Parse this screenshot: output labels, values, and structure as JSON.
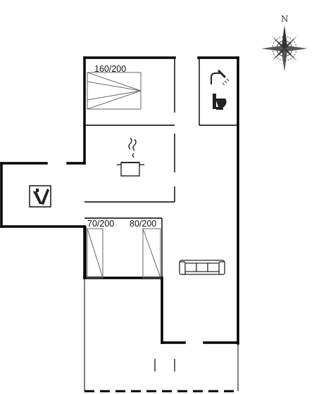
{
  "compass": {
    "north_label": "N",
    "icon": "compass-rose-icon"
  },
  "rooms": [
    {
      "id": "bedroom-1",
      "bed_label": "160/200",
      "icon": "double-bed-icon"
    },
    {
      "id": "bathroom",
      "icons": [
        "shower-icon",
        "toilet-icon"
      ]
    },
    {
      "id": "kitchen",
      "icon": "cooking-pot-icon"
    },
    {
      "id": "utility-room",
      "icon": "washing-machine-icon"
    },
    {
      "id": "bedroom-2",
      "bed_label": "70/200",
      "icon": "single-bed-icon"
    },
    {
      "id": "bedroom-3",
      "bed_label": "80/200",
      "icon": "single-bed-icon"
    },
    {
      "id": "living-room",
      "icon": "sofa-icon"
    },
    {
      "id": "terrace",
      "icon": "terrace-area"
    }
  ],
  "colors": {
    "wall": "#000000",
    "fixture": "#666666",
    "icon": "#222222",
    "background": "#ffffff"
  }
}
